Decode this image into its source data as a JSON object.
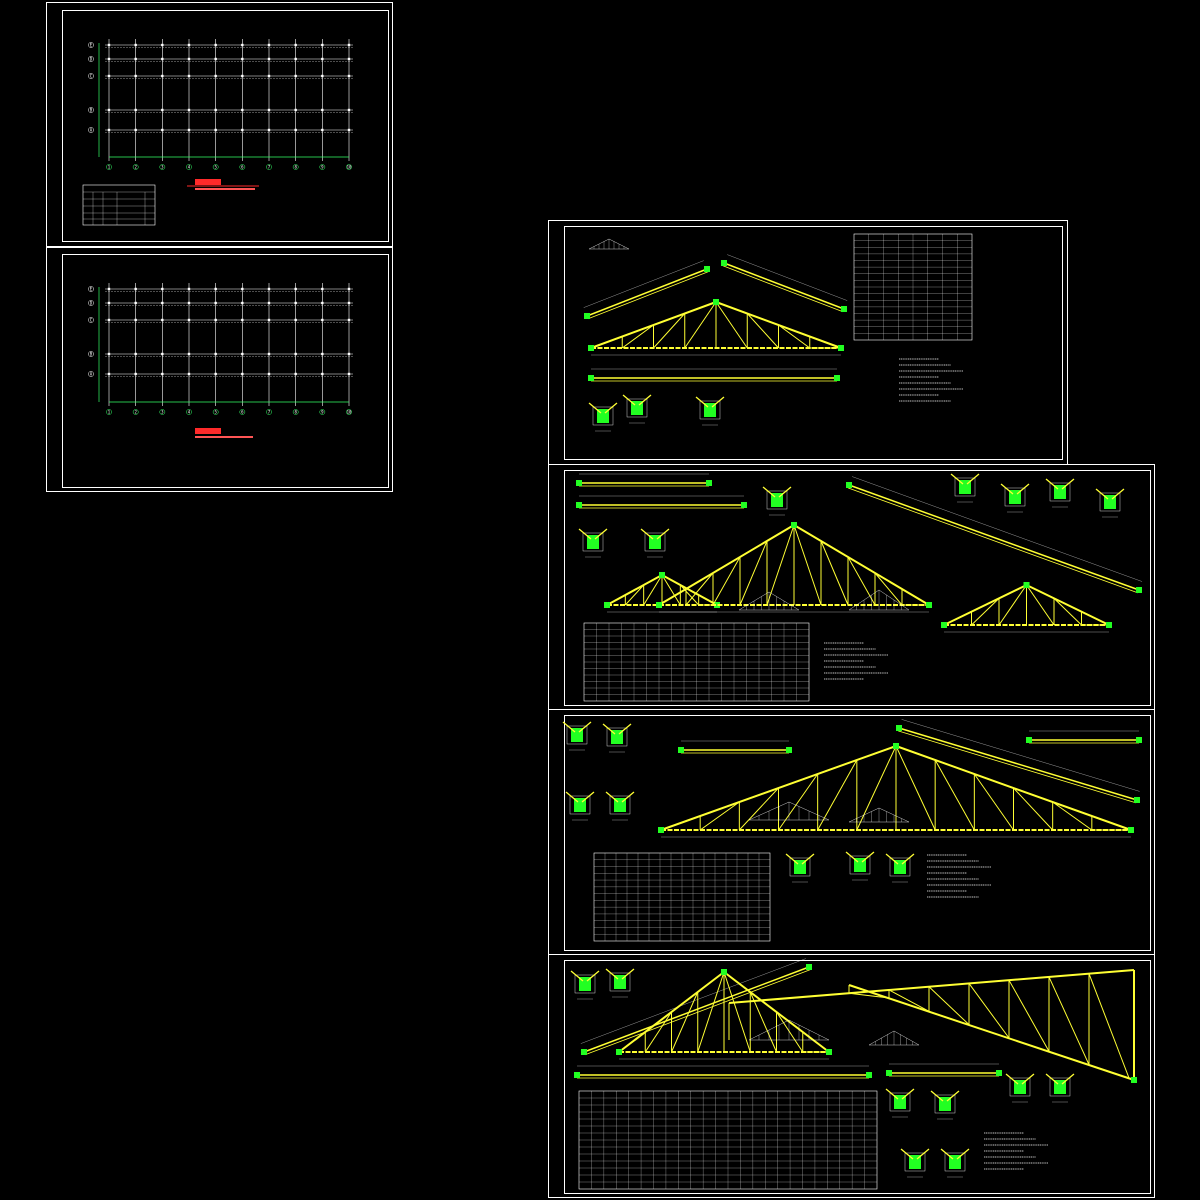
{
  "colors": {
    "background": "#000000",
    "frame": "#ffffff",
    "truss": "#ffff33",
    "steel_detail": "#22ff22",
    "title_red": "#ff2a2a",
    "axis_green": "#33ff66"
  },
  "plans": [
    {
      "grid_rows": [
        "A",
        "B",
        "C",
        "D",
        "E"
      ],
      "grid_cols": [
        "1",
        "2",
        "3",
        "4",
        "5",
        "6",
        "7",
        "8",
        "9",
        "10"
      ],
      "has_legend_table": true
    },
    {
      "grid_rows": [
        "A",
        "B",
        "C",
        "D",
        "E"
      ],
      "grid_cols": [
        "1",
        "2",
        "3",
        "4",
        "5",
        "6",
        "7",
        "8",
        "9",
        "10"
      ],
      "has_legend_table": false
    }
  ],
  "truss_sheets": [
    {
      "label": "truss-sheet-1",
      "has_material_table": true,
      "has_notes": true
    },
    {
      "label": "truss-sheet-2",
      "has_material_table": true,
      "has_notes": true
    },
    {
      "label": "truss-sheet-3",
      "has_material_table": true,
      "has_notes": true
    },
    {
      "label": "truss-sheet-4",
      "has_material_table": true,
      "has_notes": true
    }
  ]
}
